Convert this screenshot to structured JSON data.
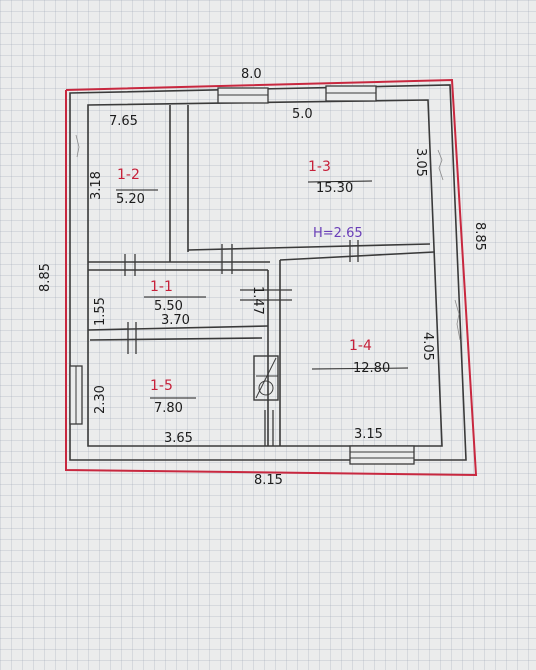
{
  "plan": {
    "dimensions": {
      "top_overall": "8.0",
      "top_room3": "5.0",
      "room2_top": "7.65",
      "room2_height": "3.18",
      "room3_height": "3.05",
      "right_overall": "8.85",
      "left_overall": "8.85",
      "corridor_left": "1.55",
      "corridor_right": "1.47",
      "corridor_bottom": "3.70",
      "room4_height": "4.05",
      "room5_height": "2.30",
      "room5_bottom": "3.65",
      "room4_bottom": "3.15",
      "bottom_overall": "8.15"
    },
    "ceiling_height": "H=2.65",
    "rooms": [
      {
        "id": "1-1",
        "area": "5.50"
      },
      {
        "id": "1-2",
        "area": "5.20"
      },
      {
        "id": "1-3",
        "area": "15.30"
      },
      {
        "id": "1-4",
        "area": "12.80"
      },
      {
        "id": "1-5",
        "area": "7.80"
      }
    ],
    "colors": {
      "outline": "#c8283f",
      "walls": "#3a3a3a",
      "pencil": "#1d1d1d",
      "annotation": "#6a3fb8"
    }
  }
}
